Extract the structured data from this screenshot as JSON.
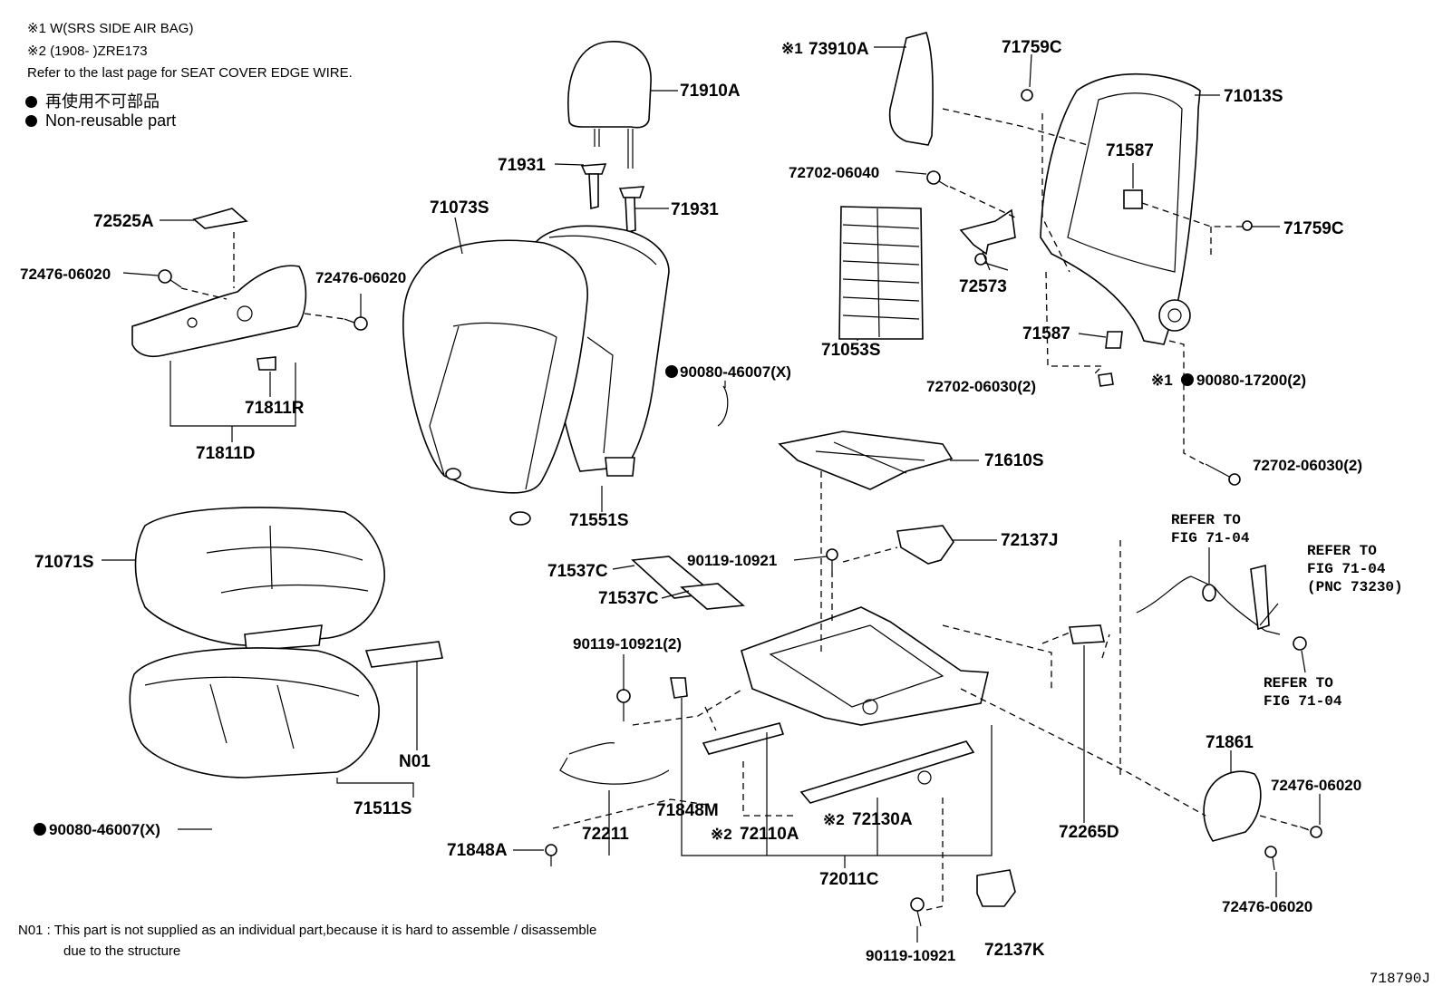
{
  "notes": {
    "line1": "※1 W(SRS SIDE AIR BAG)",
    "line2": "※2 (1908-    )ZRE173",
    "line3": "Refer to the last page for SEAT COVER EDGE WIRE.",
    "legend_jp": "再使用不可部品",
    "legend_en": "Non-reusable part"
  },
  "parts": {
    "p71910A": "71910A",
    "p71931a": "71931",
    "p71931b": "71931",
    "p71073S": "71073S",
    "p72525A": "72525A",
    "p72476a": "72476-06020",
    "p72476b": "72476-06020",
    "p71811R": "71811R",
    "p71811D": "71811D",
    "p90080a": "90080-46007(X)",
    "p71551S": "71551S",
    "p71071S": "71071S",
    "pN01": "N01",
    "p71511S": "71511S",
    "p90080b": "90080-46007(X)",
    "p73910A": "73910A",
    "p71759Ca": "71759C",
    "p71013S": "71013S",
    "p72702a": "72702-06040",
    "p71587a": "71587",
    "p72573": "72573",
    "p71759Cb": "71759C",
    "p71053S": "71053S",
    "p71587b": "71587",
    "p72702b": "72702-06030(2)",
    "p90080c": "90080-17200(2)",
    "p72702c": "72702-06030(2)",
    "p71610S": "71610S",
    "p72137J": "72137J",
    "p90119a": "90119-10921",
    "p71537Ca": "71537C",
    "p71537Cb": "71537C",
    "p90119b": "90119-10921(2)",
    "p71848M": "71848M",
    "p72211": "72211",
    "p72110A": "72110A",
    "p72130A": "72130A",
    "p72265D": "72265D",
    "p71848A": "71848A",
    "p72011C": "72011C",
    "p90119c": "90119-10921",
    "p72137K": "72137K",
    "p71861": "71861",
    "p72476c": "72476-06020",
    "p72476d": "72476-06020"
  },
  "marks": {
    "m1": "※1",
    "m2": "※1",
    "m3": "※2",
    "m4": "※2"
  },
  "refs": {
    "r1a": "REFER TO",
    "r1b": "FIG 71-04",
    "r2a": "REFER TO",
    "r2b": "FIG 71-04",
    "r2c": "(PNC 73230)",
    "r3a": "REFER TO",
    "r3b": "FIG 71-04"
  },
  "footer": {
    "note_line1": "N01 : This part is not supplied as an individual part,because it is hard to assemble / disassemble",
    "note_line2": "due to the structure",
    "drawing_code": "718790J"
  }
}
